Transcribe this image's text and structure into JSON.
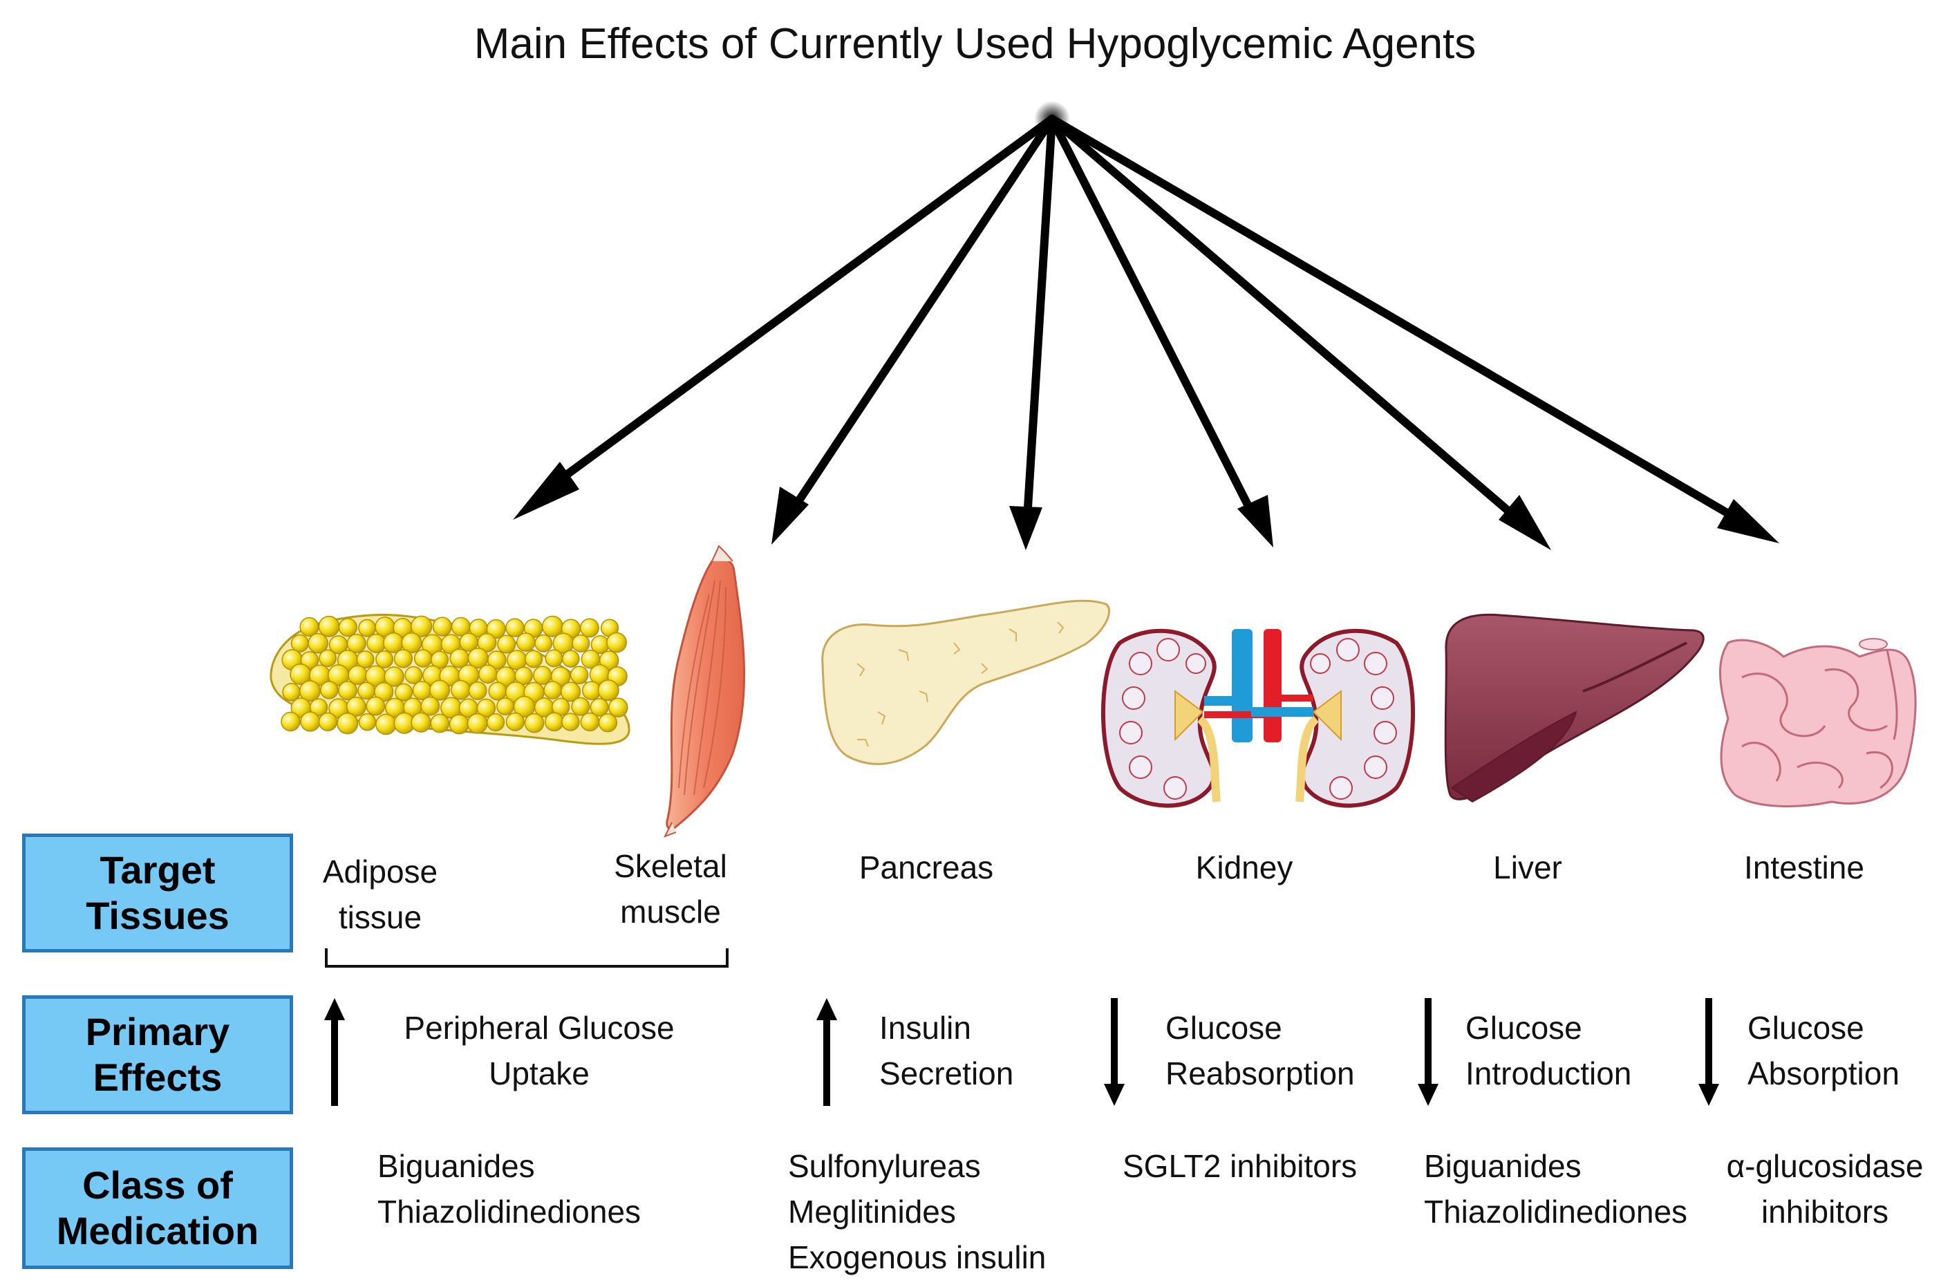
{
  "title": "Main Effects of Currently Used Hypoglycemic Agents",
  "row_labels": {
    "target": [
      "Target",
      "Tissues"
    ],
    "effects": [
      "Primary",
      "Effects"
    ],
    "medication": [
      "Class of",
      "Medication"
    ]
  },
  "tissues": {
    "adipose": [
      "Adipose",
      "tissue"
    ],
    "muscle": [
      "Skeletal",
      "muscle"
    ],
    "pancreas": "Pancreas",
    "kidney": "Kidney",
    "liver": "Liver",
    "intestine": "Intestine"
  },
  "effects": {
    "peripheral": {
      "direction": "up",
      "lines": [
        "Peripheral Glucose",
        "Uptake"
      ]
    },
    "insulin": {
      "direction": "up",
      "lines": [
        "Insulin",
        "Secretion"
      ]
    },
    "reabsorption": {
      "direction": "down",
      "lines": [
        "Glucose",
        "Reabsorption"
      ]
    },
    "introduction": {
      "direction": "down",
      "lines": [
        "Glucose",
        "Introduction"
      ]
    },
    "absorption": {
      "direction": "down",
      "lines": [
        "Glucose",
        "Absorption"
      ]
    }
  },
  "medications": {
    "peripheral": [
      "Biguanides",
      "Thiazolidinediones"
    ],
    "pancreas": [
      "Sulfonylureas",
      "Meglitinides",
      "Exogenous insulin"
    ],
    "kidney": [
      "SGLT2 inhibitors"
    ],
    "liver": [
      "Biguanides",
      "Thiazolidinediones"
    ],
    "intestine": [
      "α-glucosidase",
      "inhibitors"
    ]
  },
  "colors": {
    "box_fill": "#76c8f5",
    "box_border": "#2a78b6",
    "adipose": "#f7e21a",
    "muscle": "#f08a6a",
    "pancreas": "#f8edc4",
    "kidney_artery": "#e41e26",
    "kidney_vein": "#1f9bd7",
    "liver": "#8e3b4f",
    "intestine": "#f4b8c4"
  },
  "icons": [
    "adipose-tissue-icon",
    "skeletal-muscle-icon",
    "pancreas-icon",
    "kidney-icon",
    "liver-icon",
    "intestine-icon"
  ]
}
